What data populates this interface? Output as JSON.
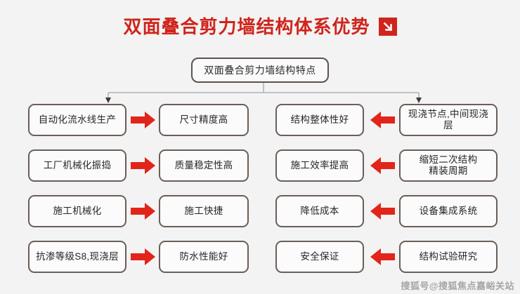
{
  "header": {
    "title": "双面叠合剪力墙结构体系优势",
    "title_color": "#d0241c",
    "icon": "arrow-down-right-icon"
  },
  "diagram": {
    "root": {
      "label": "双面叠合剪力墙结构特点"
    },
    "arrow_color": "#e1251b",
    "box_border_color": "#6b5e58",
    "background_color": "#f2f3f2",
    "rows": [
      {
        "left_cause": "自动化流水线生产",
        "left_effect": "尺寸精度高",
        "right_effect": "结构整体性好",
        "right_cause": "现浇节点,中间现浇层",
        "arrow_left": "arrow-right-icon",
        "arrow_right": "arrow-left-icon"
      },
      {
        "left_cause": "工厂机械化振捣",
        "left_effect": "质量稳定性高",
        "right_effect": "施工效率提高",
        "right_cause": "缩短二次结构\n精装周期",
        "arrow_left": "arrow-right-icon",
        "arrow_right": "arrow-left-icon"
      },
      {
        "left_cause": "施工机械化",
        "left_effect": "施工快捷",
        "right_effect": "降低成本",
        "right_cause": "设备集成系统",
        "arrow_left": "arrow-right-icon",
        "arrow_right": "arrow-left-icon"
      },
      {
        "left_cause": "抗渗等级S8,现浇层",
        "left_effect": "防水性能好",
        "right_effect": "安全保证",
        "right_cause": "结构试验研究",
        "arrow_left": "arrow-right-icon",
        "arrow_right": "arrow-left-icon"
      }
    ]
  },
  "watermark": {
    "text": "搜狐号@搜狐焦点嘉峪关站"
  }
}
